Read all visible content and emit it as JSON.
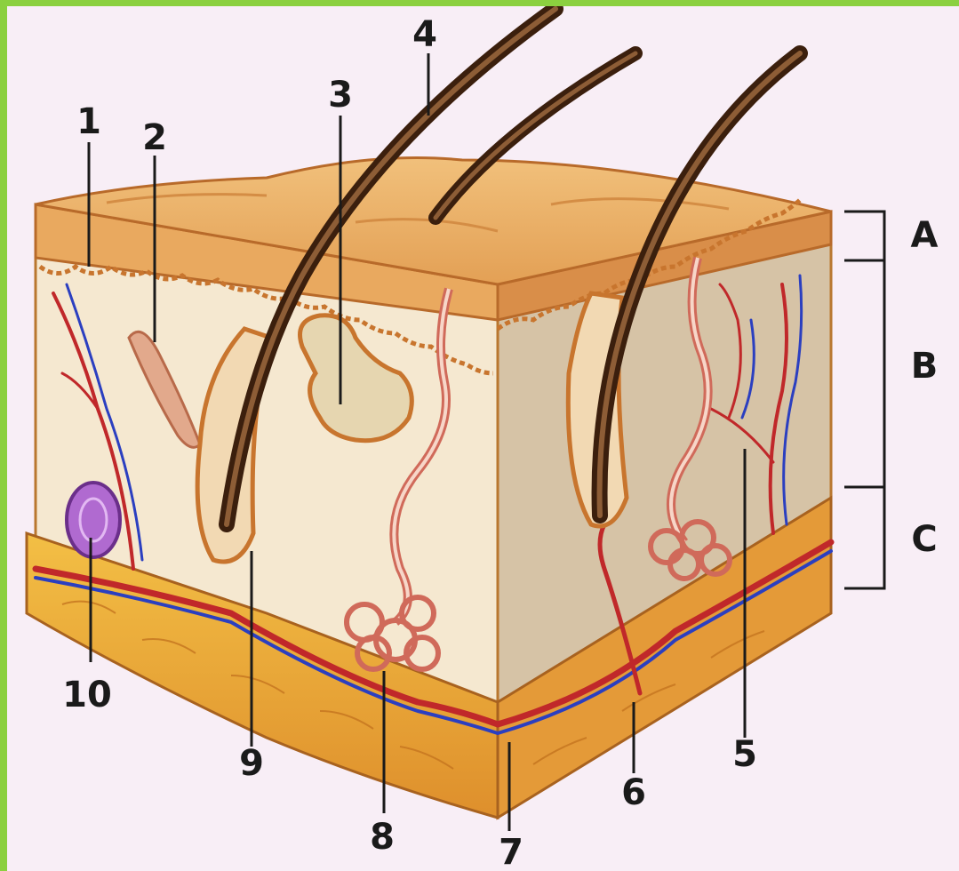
{
  "diagram": {
    "number_labels": [
      "1",
      "2",
      "3",
      "4",
      "5",
      "6",
      "7",
      "8",
      "9",
      "10"
    ],
    "layer_labels": [
      "A",
      "B",
      "C"
    ]
  },
  "colors": {
    "background": "#f8eef6",
    "frame": "#8bd03f",
    "epidermis": "#e6a55e",
    "dermis": "#f3e6cf",
    "dermis_right": "#d7c6ac",
    "hypodermis": "#e8a13a",
    "artery": "#c0282a",
    "vein": "#2b3fc0",
    "hair": "#4a2a14",
    "receptor": "#b06ad0"
  },
  "icons": [
    "skin-block",
    "hair",
    "blood-vessel",
    "sweat-gland",
    "sebaceous-gland",
    "receptor"
  ]
}
